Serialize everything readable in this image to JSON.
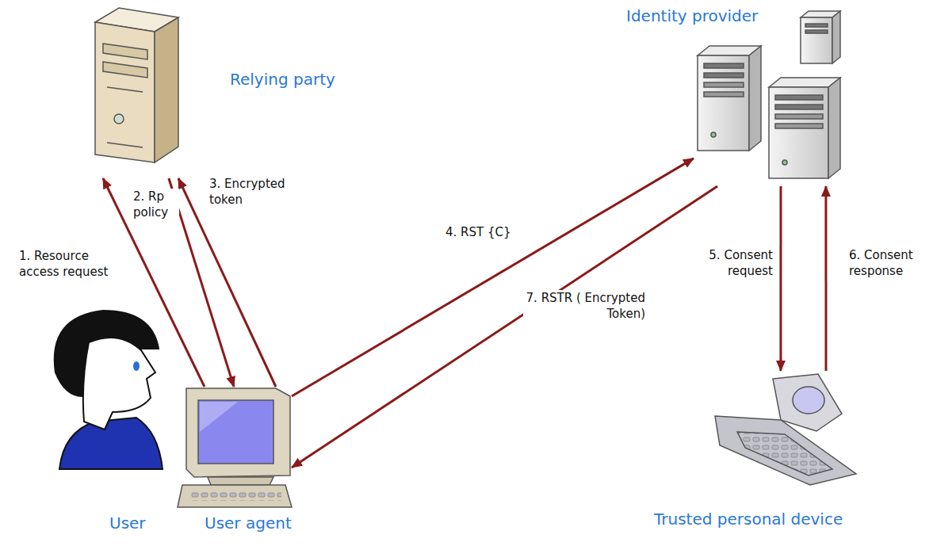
{
  "diagram": {
    "nodes": [
      {
        "text": [
          "Relying party"
        ]
      },
      {
        "text": [
          "Identity provider"
        ]
      },
      {
        "text": [
          "User"
        ]
      },
      {
        "text": [
          "User agent"
        ]
      },
      {
        "text": [
          "Trusted personal device"
        ]
      }
    ],
    "edges": [
      {
        "from": 3,
        "to": 0,
        "label": "1. Resource access request",
        "arrow": "to"
      },
      {
        "from": 0,
        "to": 3,
        "label": "2. Rp policy",
        "arrow": "to"
      },
      {
        "from": 3,
        "to": 0,
        "label": "3. Encrypted token",
        "arrow": "to"
      },
      {
        "from": 3,
        "to": 1,
        "label": "4. RST {C}",
        "arrow": "to"
      },
      {
        "from": 1,
        "to": 4,
        "label": "5. Consent request",
        "arrow": "to"
      },
      {
        "from": 4,
        "to": 1,
        "label": "6. Consent response",
        "arrow": "to"
      },
      {
        "from": 1,
        "to": 3,
        "label": "7. RSTR ( Encrypted Token)",
        "arrow": "to"
      }
    ]
  }
}
